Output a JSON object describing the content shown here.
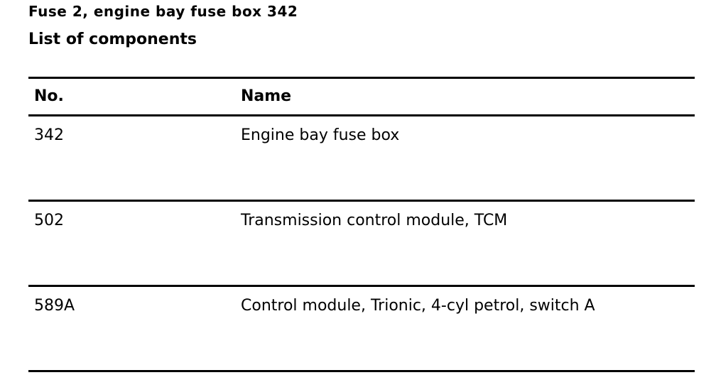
{
  "document": {
    "title": "Fuse 2, engine bay fuse box 342",
    "section_title": "List of components",
    "table": {
      "headers": {
        "no": "No.",
        "name": "Name"
      },
      "rows": [
        {
          "no": "342",
          "name": "Engine bay fuse box"
        },
        {
          "no": "502",
          "name": "Transmission control module, TCM"
        },
        {
          "no": "589A",
          "name": "Control module, Trionic, 4-cyl petrol, switch A"
        }
      ]
    }
  }
}
